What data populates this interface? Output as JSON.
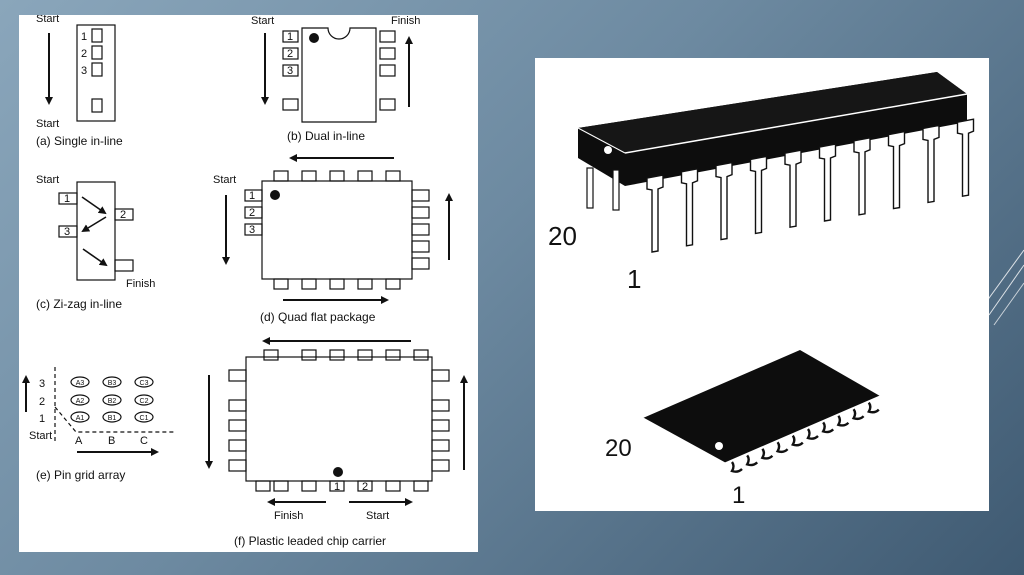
{
  "left_diagram": {
    "single_inline": {
      "start_top": "Start",
      "start_bottom": "Start",
      "pins": [
        "1",
        "2",
        "3"
      ],
      "caption": "(a) Single in-line"
    },
    "dual_inline": {
      "start": "Start",
      "finish": "Finish",
      "pins": [
        "1",
        "2",
        "3"
      ],
      "caption": "(b) Dual in-line"
    },
    "zigzag_inline": {
      "start": "Start",
      "finish": "Finish",
      "pins": [
        "1",
        "2",
        "3"
      ],
      "caption": "(c) Zi-zag in-line"
    },
    "quad_flat": {
      "start": "Start",
      "pins": [
        "1",
        "2",
        "3"
      ],
      "caption": "(d) Quad flat package"
    },
    "pin_grid": {
      "rows": [
        "3",
        "2",
        "1"
      ],
      "cols": [
        "A",
        "B",
        "C"
      ],
      "cells": [
        [
          "A3",
          "B3",
          "C3"
        ],
        [
          "A2",
          "B2",
          "C2"
        ],
        [
          "A1",
          "B1",
          "C1"
        ]
      ],
      "start": "Start",
      "caption": "(e) Pin grid array"
    },
    "plcc": {
      "pins": [
        "1",
        "2"
      ],
      "finish": "Finish",
      "start": "Start",
      "caption": "(f) Plastic leaded chip carrier"
    }
  },
  "right_diagram": {
    "dip_labels": {
      "pin_last": "20",
      "pin_first": "1"
    },
    "soic_labels": {
      "pin_last": "20",
      "pin_first": "1"
    }
  },
  "colors": {
    "ink": "#111111",
    "panel": "#ffffff"
  }
}
